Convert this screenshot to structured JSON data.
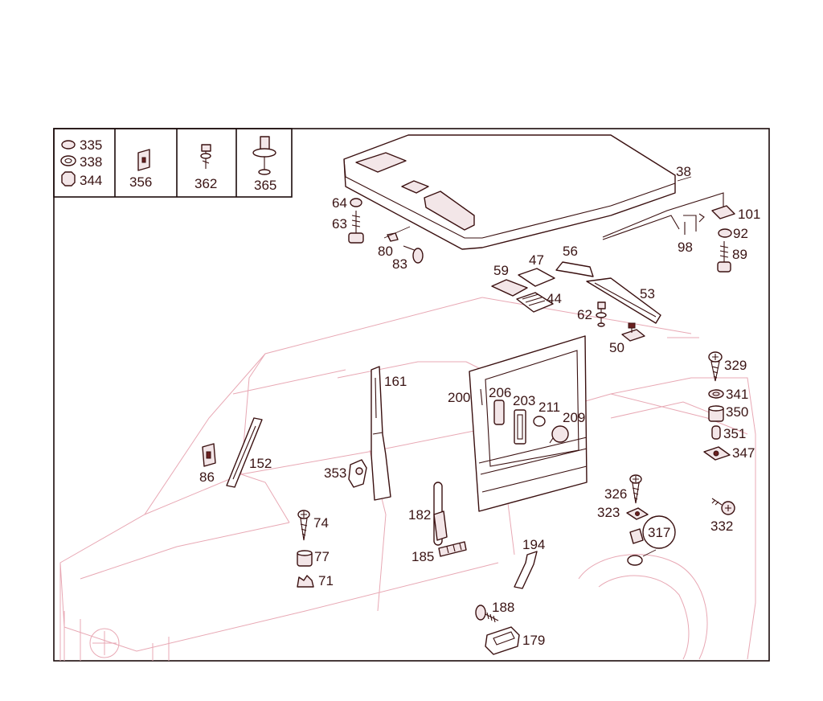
{
  "legend": {
    "cell1": [
      "335",
      "338",
      "344"
    ],
    "cell2": "356",
    "cell3": "362",
    "cell4": "365"
  },
  "labels": {
    "p38": "38",
    "p101": "101",
    "p98": "98",
    "p92": "92",
    "p89": "89",
    "p64": "64",
    "p63": "63",
    "p80": "80",
    "p83": "83",
    "p59": "59",
    "p47": "47",
    "p56": "56",
    "p53": "53",
    "p44": "44",
    "p62": "62",
    "p50": "50",
    "p161": "161",
    "p200": "200",
    "p206": "206",
    "p203": "203",
    "p211": "211",
    "p209": "209",
    "p329": "329",
    "p341": "341",
    "p350": "350",
    "p351": "351",
    "p347": "347",
    "p152": "152",
    "p86": "86",
    "p353": "353",
    "p326": "326",
    "p323": "323",
    "p317": "317",
    "p332": "332",
    "p74": "74",
    "p77": "77",
    "p71": "71",
    "p182": "182",
    "p185": "185",
    "p194": "194",
    "p188": "188",
    "p179": "179"
  },
  "colors": {
    "frame": "#1a0a0a",
    "part_outline": "#3a1010",
    "ghost_vehicle": "#e8a8b4",
    "label_text": "#3a1414"
  }
}
